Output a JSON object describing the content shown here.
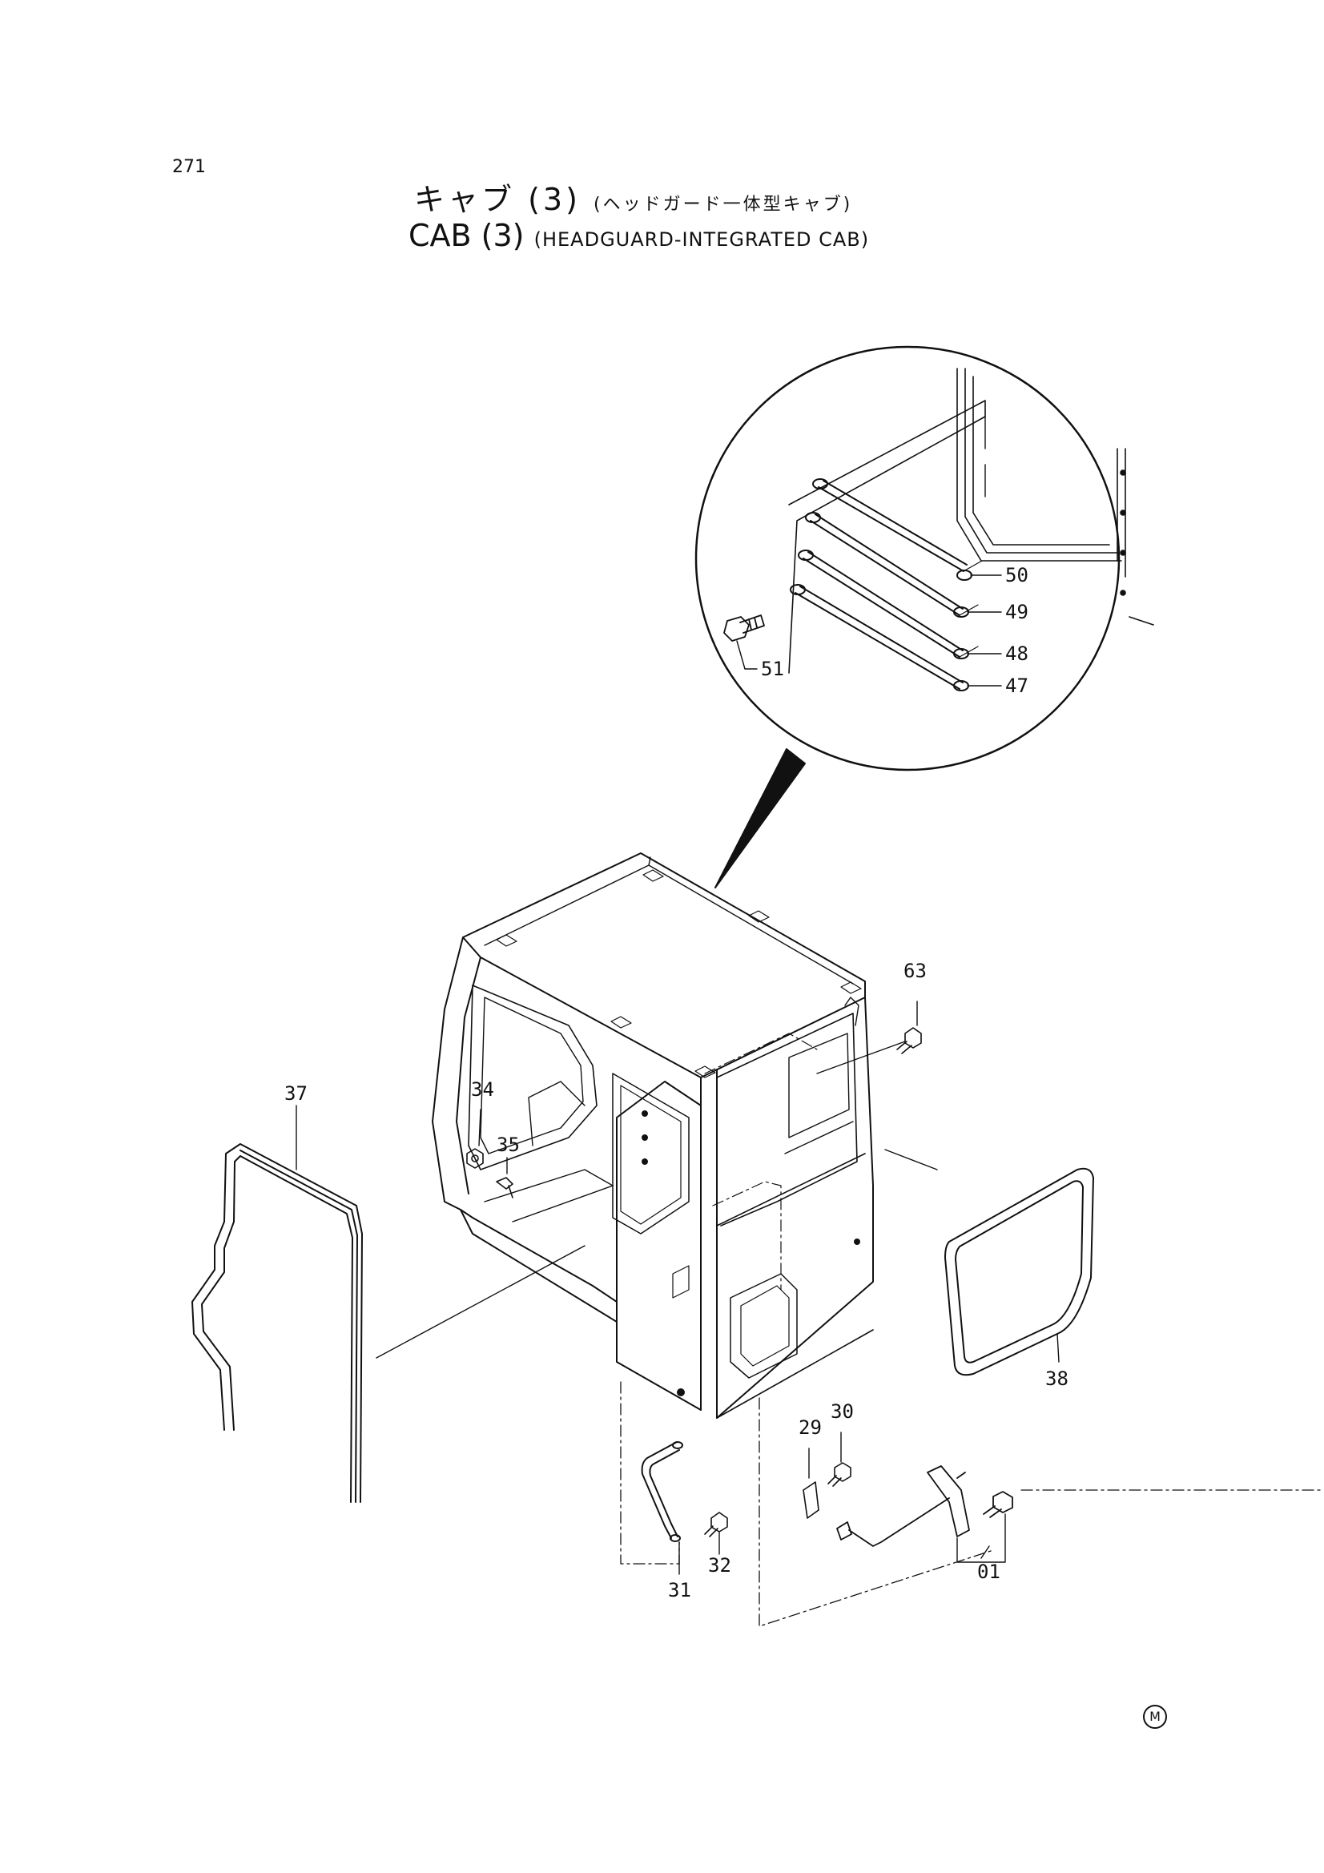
{
  "page_number": "271",
  "title": {
    "jp_main": "キャブ (3)",
    "jp_sub": "(ヘッドガード一体型キャブ)",
    "en_main": "CAB (3)",
    "en_sub": "(HEADGUARD-INTEGRATED CAB)"
  },
  "callouts": [
    {
      "id": "c50",
      "label": "50"
    },
    {
      "id": "c49",
      "label": "49"
    },
    {
      "id": "c48",
      "label": "48"
    },
    {
      "id": "c47",
      "label": "47"
    },
    {
      "id": "c51",
      "label": "51"
    },
    {
      "id": "c63",
      "label": "63"
    },
    {
      "id": "c37",
      "label": "37"
    },
    {
      "id": "c34",
      "label": "34"
    },
    {
      "id": "c35",
      "label": "35"
    },
    {
      "id": "c38",
      "label": "38"
    },
    {
      "id": "c29",
      "label": "29"
    },
    {
      "id": "c30",
      "label": "30"
    },
    {
      "id": "c32",
      "label": "32"
    },
    {
      "id": "c31",
      "label": "31"
    },
    {
      "id": "c01",
      "label": "01"
    }
  ],
  "publisher_mark": "M"
}
